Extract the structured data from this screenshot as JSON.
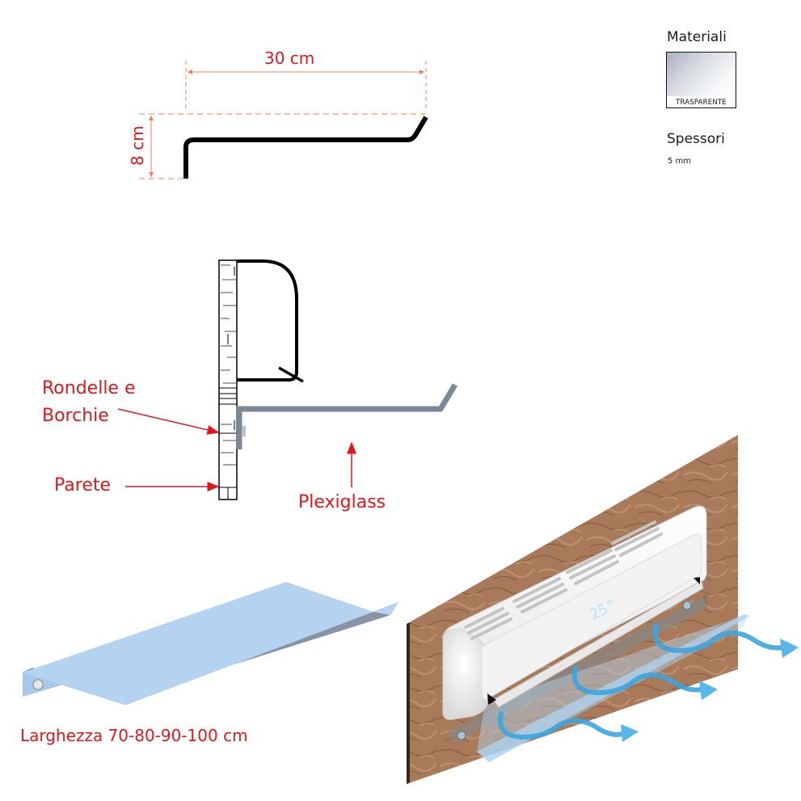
{
  "profile_drawing": {
    "width_dimension": "30 cm",
    "height_dimension": "8 cm"
  },
  "legend": {
    "materials_title": "Materiali",
    "material_swatch_label": "TRASPARENTE",
    "thickness_title": "Spessori",
    "thickness_value": "5 mm"
  },
  "section_drawing": {
    "callout_washers_line1": "Rondelle e",
    "callout_washers_line2": "Borchie",
    "callout_wall": "Parete",
    "callout_plexiglass": "Plexiglass"
  },
  "product_view": {
    "width_options": "Larghezza 70-80-90-100 cm"
  },
  "installation_view": {
    "display_temperature": "25°"
  },
  "colors": {
    "annotation_red": "#e3161b",
    "plexiglass_section": "#7b8898",
    "plexiglass_light": "#b3d3f0",
    "wall_texture": "#a9795a",
    "airflow_blue": "#3aa6e0"
  }
}
